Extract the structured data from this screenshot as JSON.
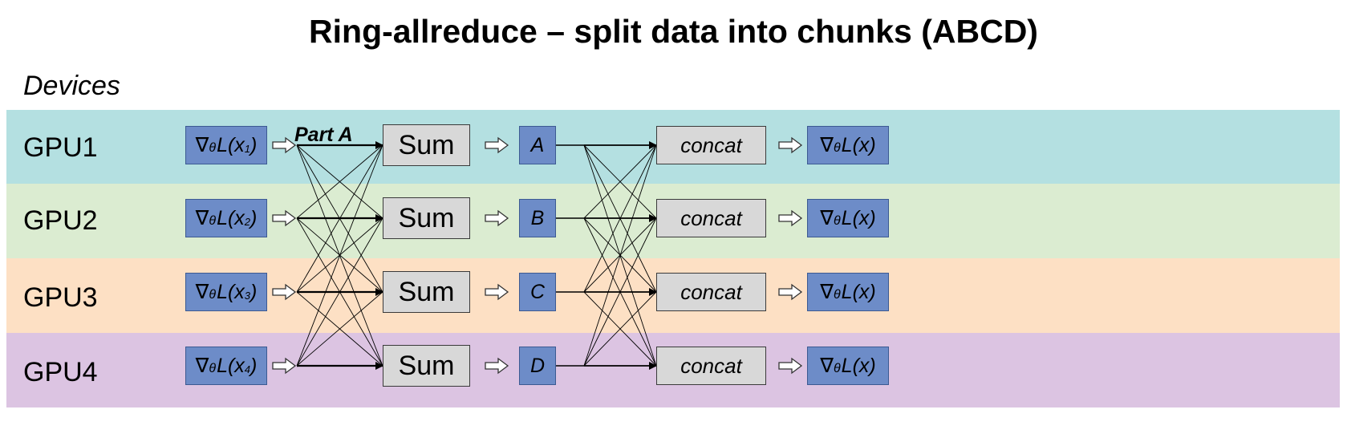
{
  "title": "Ring-allreduce – split data into chunks (ABCD)",
  "subtitle": "Devices",
  "part_label": "Part A",
  "colors": {
    "lane_gpu1": "#b4e0e1",
    "lane_gpu2": "#dbecd1",
    "lane_gpu3": "#fde0c4",
    "lane_gpu4": "#dcc4e2",
    "box_blue": "#6d8cc8",
    "box_gray": "#d8d8d8"
  },
  "lanes": [
    {
      "label": "GPU1",
      "grad_sub": "1",
      "sum": "Sum",
      "chunk": "A",
      "concat": "concat",
      "result": "L(x)"
    },
    {
      "label": "GPU2",
      "grad_sub": "2",
      "sum": "Sum",
      "chunk": "B",
      "concat": "concat",
      "result": "L(x)"
    },
    {
      "label": "GPU3",
      "grad_sub": "3",
      "sum": "Sum",
      "chunk": "C",
      "concat": "concat",
      "result": "L(x)"
    },
    {
      "label": "GPU4",
      "grad_sub": "4",
      "sum": "Sum",
      "chunk": "D",
      "concat": "concat",
      "result": "L(x)"
    }
  ],
  "glyphs": {
    "nabla": "∇",
    "theta": "θ",
    "grad_open": "L(x",
    "grad_close": ")"
  }
}
